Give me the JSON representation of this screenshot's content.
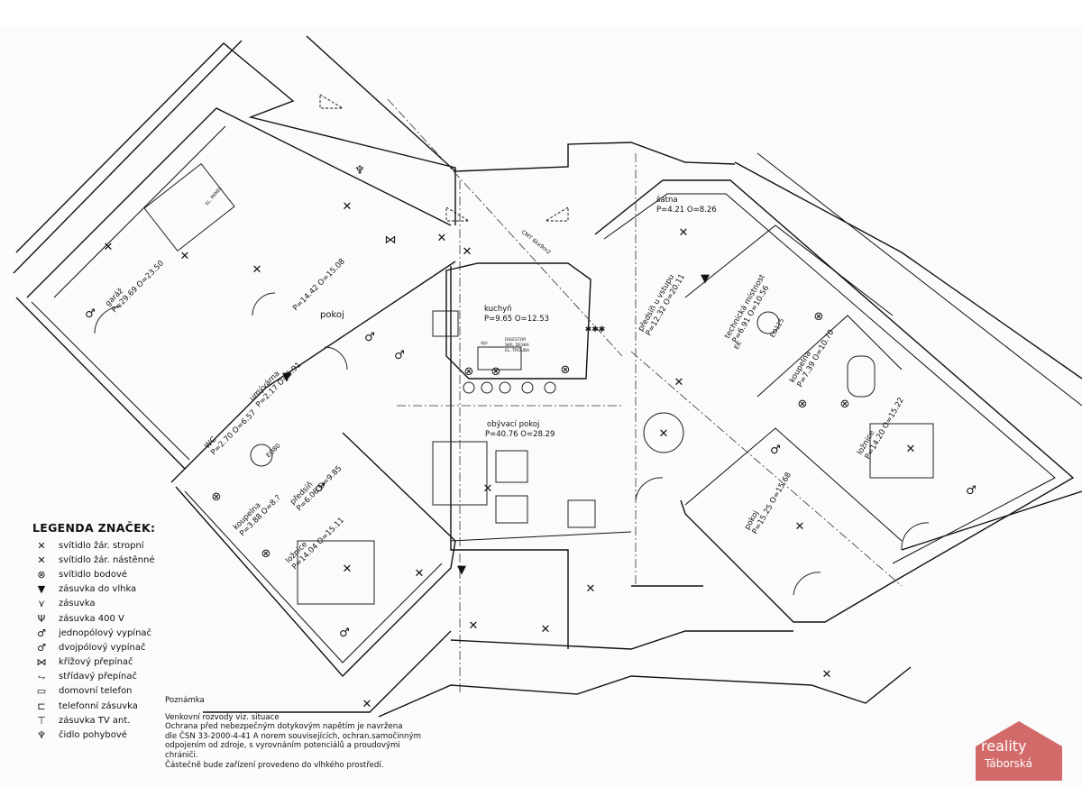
{
  "legend": {
    "title": "LEGENDA ZNAČEK:",
    "items": [
      {
        "icon": "cross-symbol",
        "label": "svítidlo žár. stropní",
        "glyph": "✕"
      },
      {
        "icon": "cross-symbol",
        "label": "svítidlo žár. nástěnné",
        "glyph": "✕"
      },
      {
        "icon": "circle-cross-symbol",
        "label": "svítidlo bodové",
        "glyph": "⊗"
      },
      {
        "icon": "damp-socket-symbol",
        "label": "zásuvka do vlhka",
        "glyph": "▼"
      },
      {
        "icon": "socket-symbol",
        "label": "zásuvka",
        "glyph": "⋎"
      },
      {
        "icon": "socket-400v-symbol",
        "label": "zásuvka 400 V",
        "glyph": "Ψ"
      },
      {
        "icon": "single-switch-symbol",
        "label": "jednopólový vypínač",
        "glyph": "♂"
      },
      {
        "icon": "double-switch-symbol",
        "label": "dvojpólový vypínač",
        "glyph": "♂"
      },
      {
        "icon": "cross-switch-symbol",
        "label": "křížový přepínač",
        "glyph": "⋈"
      },
      {
        "icon": "alternating-switch-symbol",
        "label": "střídavý přepínač",
        "glyph": "⥊"
      },
      {
        "icon": "door-phone-symbol",
        "label": "domovní telefon",
        "glyph": "▭"
      },
      {
        "icon": "phone-socket-symbol",
        "label": "telefonní zásuvka",
        "glyph": "⊏"
      },
      {
        "icon": "tv-socket-symbol",
        "label": "zásuvka TV ant.",
        "glyph": "⊤"
      },
      {
        "icon": "motion-sensor-symbol",
        "label": "čidlo pohybové",
        "glyph": "♆"
      }
    ]
  },
  "note": {
    "title": "Poznámka",
    "lines": [
      "Venkovní rozvody viz. situace",
      "Ochrana před nebezpečným dotykovým napětím je navržena",
      "dle ČSN 33-2000-4-41 A norem souvisejících, ochran.samočinným",
      "odpojením od zdroje, s vyrovnáním potenciálů a proudovými chrániči.",
      "Částečně bude zařízení provedeno do vlhkého prostředí."
    ]
  },
  "rooms": {
    "garaz": {
      "name": "garáž",
      "area": "P=29.69",
      "perimeter": "O=23.50"
    },
    "pokoj_nw": {
      "name": "pokoj",
      "area": "P=14.42",
      "perimeter": "O=15.08"
    },
    "umyvarna": {
      "name": "umývárna",
      "area": "P=2.17",
      "perimeter": "O=5.91"
    },
    "wc": {
      "name": "WC",
      "area": "P=2.70",
      "perimeter": "O=6.57"
    },
    "predsin_w": {
      "name": "předsíň",
      "area": "P=6.06",
      "perimeter": "O=9.85"
    },
    "koupelna_w": {
      "name": "koupelna",
      "area": "P=3.88",
      "perimeter": "O=8.?"
    },
    "loznice_w": {
      "name": "ložnice",
      "area": "P=14.04",
      "perimeter": "O=15.11"
    },
    "kuchyn": {
      "name": "kuchyň",
      "area": "P=9.65",
      "perimeter": "O=12.53"
    },
    "obyvaci": {
      "name": "obývací pokoj",
      "area": "P=40.76",
      "perimeter": "O=28.29"
    },
    "predsin_vstup": {
      "name": "předsíň u vstupu",
      "area": "P=12.32",
      "perimeter": "O=20.11"
    },
    "satna": {
      "name": "šatna",
      "area": "P=4.21",
      "perimeter": "O=8.26"
    },
    "technicka": {
      "name": "technická místnost",
      "area": "P=6.91",
      "perimeter": "O=10.56"
    },
    "koupelna_e": {
      "name": "koupelna",
      "area": "P=7.39",
      "perimeter": "O=10.70"
    },
    "loznice_e": {
      "name": "ložnice",
      "area": "P=14.20",
      "perimeter": "O=15.22"
    },
    "pokoj_e": {
      "name": "pokoj",
      "area": "P=15.25",
      "perimeter": "O=15.68"
    }
  },
  "equipment": {
    "eo80": "EO80",
    "eo125": "EO125",
    "ek": "EK",
    "el_panel": "EL. PANEL",
    "cmt": "CMT 6kx9m2",
    "oven_lines": [
      "DIGESTOR",
      "SKR. DESKA",
      "EL. TROUBA"
    ],
    "aju": "AJU"
  },
  "watermark": {
    "brand": "reality",
    "sub": "Táborská"
  },
  "colors": {
    "ink": "#111111",
    "logo": "#c9504f"
  }
}
